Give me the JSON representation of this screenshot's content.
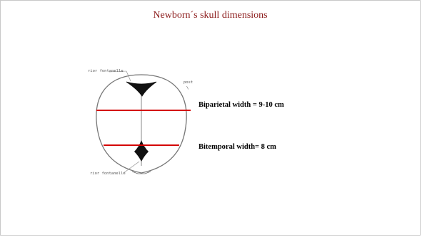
{
  "title": "Newborn´s skull dimensions",
  "labels": {
    "biparietal": "Biparietal width = 9-10 cm",
    "bitemporal": "Bitemporal width= 8 cm"
  },
  "diagram_text": {
    "anterior": "rior fontanelle",
    "posterior_top": "post",
    "posterior_top2": "\\",
    "posterior_bottom": "rior fontanelle"
  },
  "colors": {
    "title": "#8b1a1a",
    "measure_line": "#d40000",
    "outline": "#777777"
  }
}
